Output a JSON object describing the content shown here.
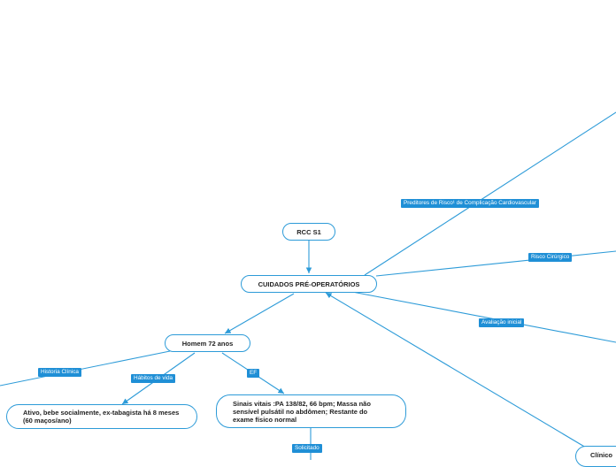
{
  "nodes": {
    "rcc": "RCC S1",
    "cuidados": "CUIDADOS PRÉ-OPERATÓRIOS",
    "homem": "Homem 72 anos",
    "ativo": "Ativo, bebe socialmente, ex-tabagista há 8 meses (60 maços/ano)",
    "sinais": "Sinais vitais :PA 138/82, 66 bpm; Massa não sensível pulsátil no abdômen; Restante do exame físico normal",
    "clinico": "Clínico"
  },
  "labels": {
    "preditores": "Preditores de Risco¹ de Complicação Cardiovascular",
    "risco_cirurgico": "Risco Cirúrgico",
    "avaliacao": "Avaliação inicial",
    "historia": "Historia Clínica",
    "habitos": "Hábitos de vida",
    "ef": "EF",
    "solicitado": "Solicitado"
  },
  "colors": {
    "line": "#2d9bd8",
    "label_bg": "#1f8fd6",
    "node_border": "#2d9bd8"
  }
}
